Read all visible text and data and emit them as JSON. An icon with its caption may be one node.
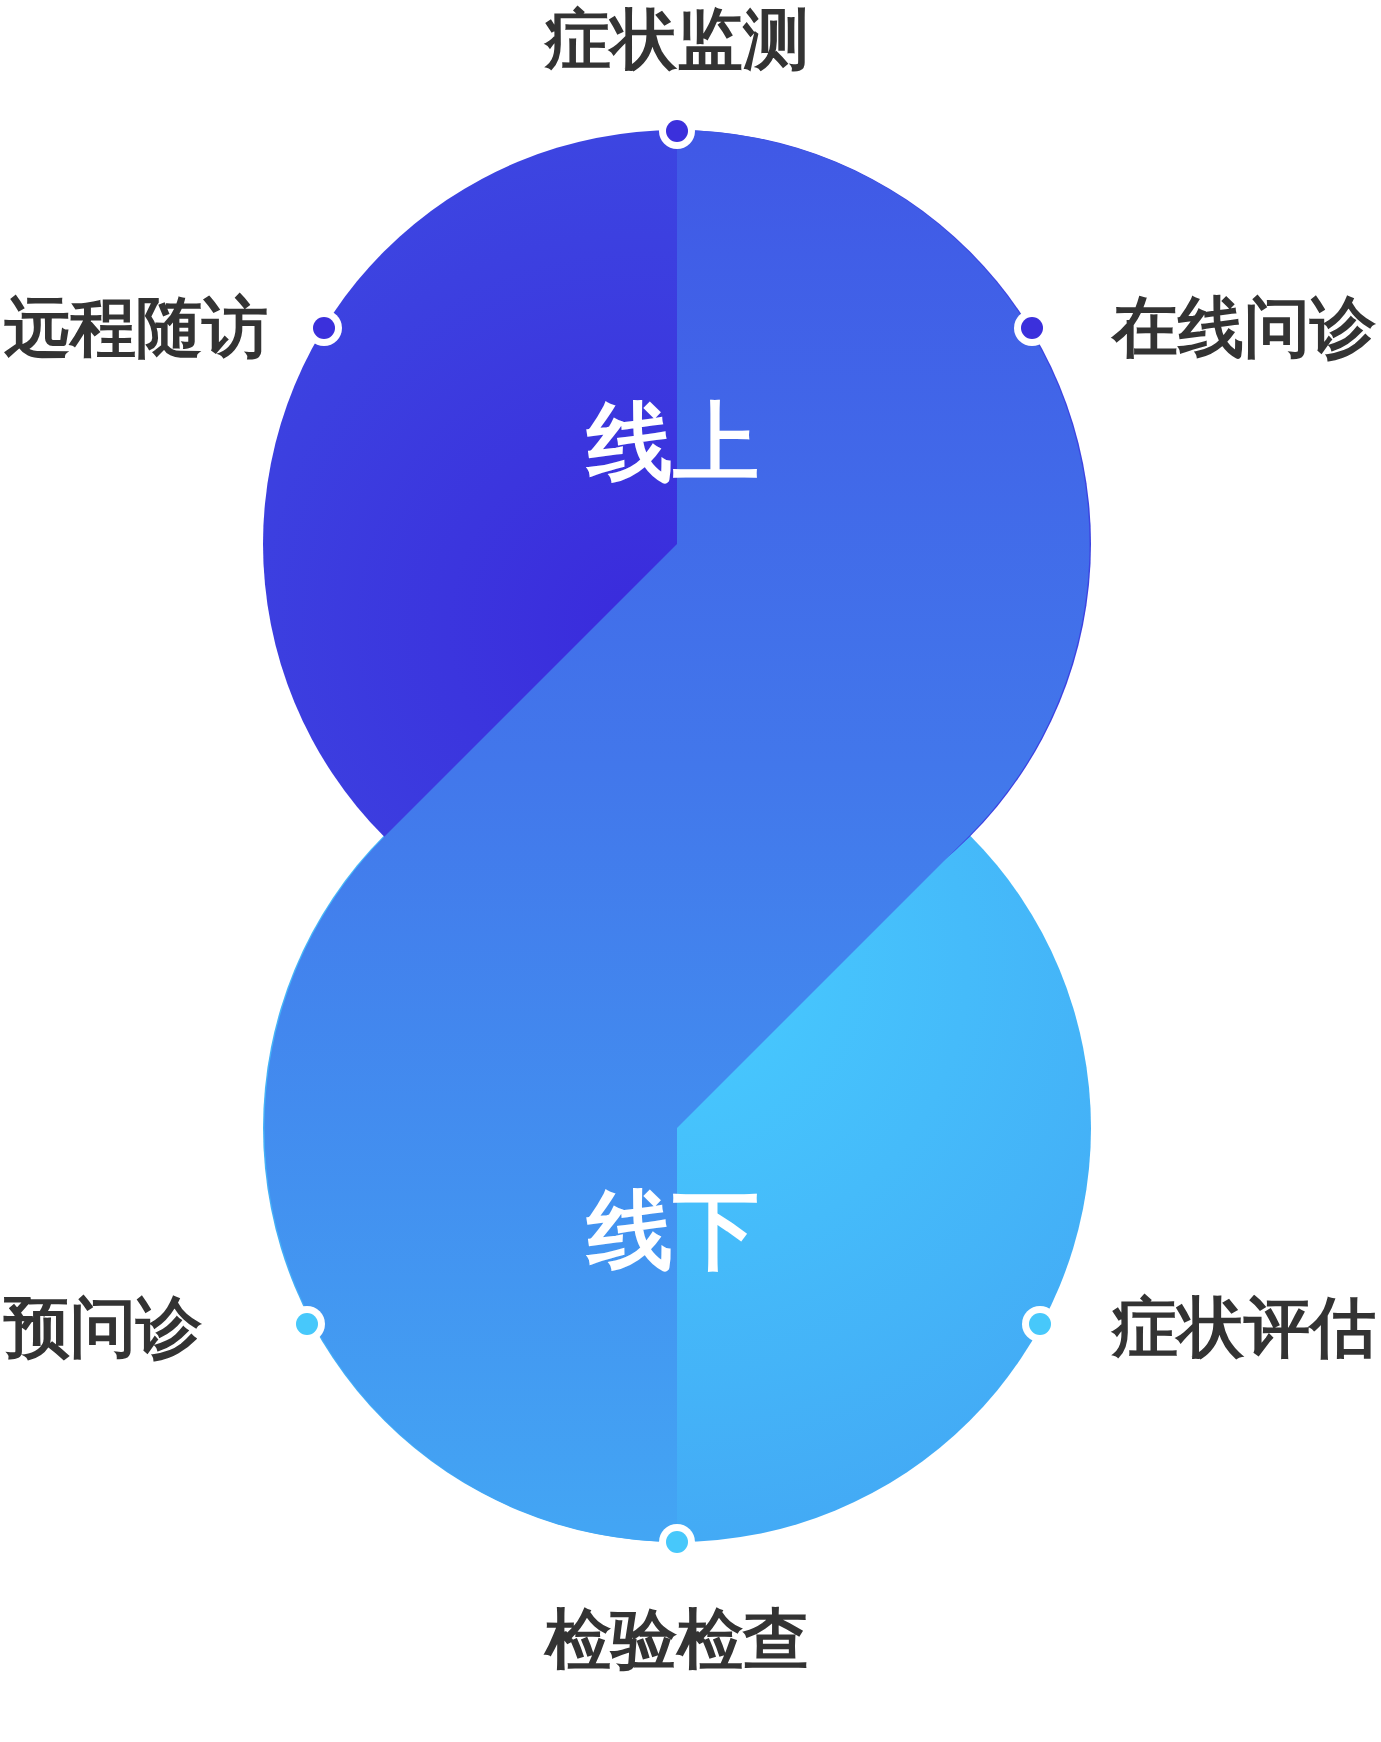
{
  "diagram": {
    "nodes": [
      {
        "text": [
          "线上"
        ]
      },
      {
        "text": [
          "线下"
        ]
      }
    ],
    "labels": [
      "症状监测",
      "远程随访",
      "在线问诊",
      "预问诊",
      "症状评估",
      "检验检查"
    ]
  }
}
